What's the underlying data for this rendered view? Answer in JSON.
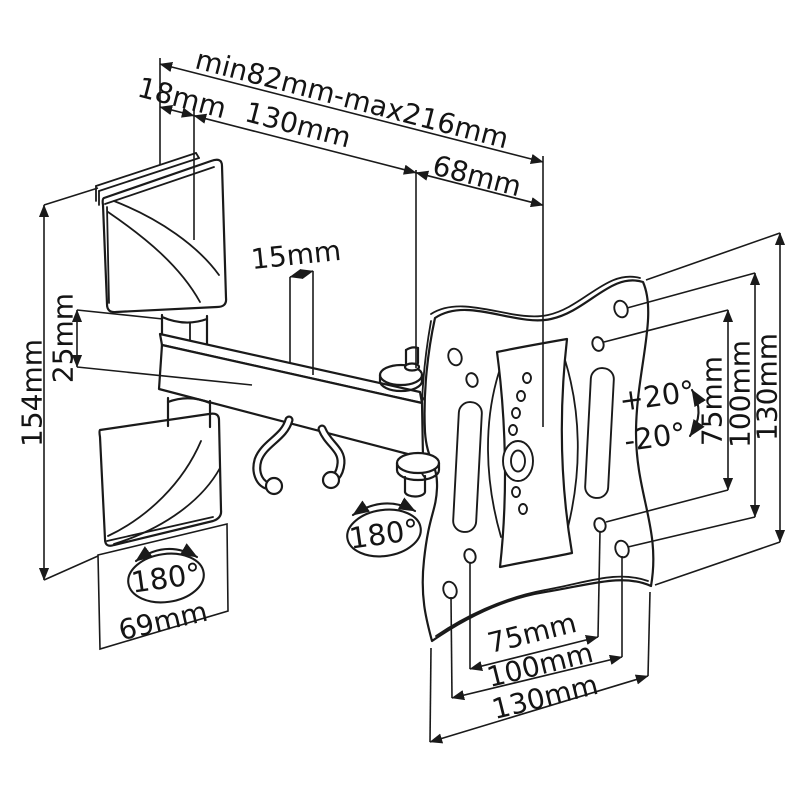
{
  "diagram": {
    "subject": "articulating TV wall mount bracket - dimensioned technical line drawing",
    "background": "#ffffff",
    "line_color": "#1a1a1a",
    "labels": {
      "arm_range": "min82mm-max216mm",
      "wall_depth": "18mm",
      "arm_length": "130mm",
      "head_offset": "68mm",
      "arm_width": "15mm",
      "hinge_gap": "25mm",
      "plate_height": "154mm",
      "plate_width": "69mm",
      "swivel_wall": "180°",
      "swivel_head": "180°",
      "tilt_up": "+20°",
      "tilt_down": "-20°",
      "vesa_v_75": "75mm",
      "vesa_v_100": "100mm",
      "vesa_v_130": "130mm",
      "vesa_h_75": "75mm",
      "vesa_h_100": "100mm",
      "vesa_h_130": "130mm"
    }
  }
}
